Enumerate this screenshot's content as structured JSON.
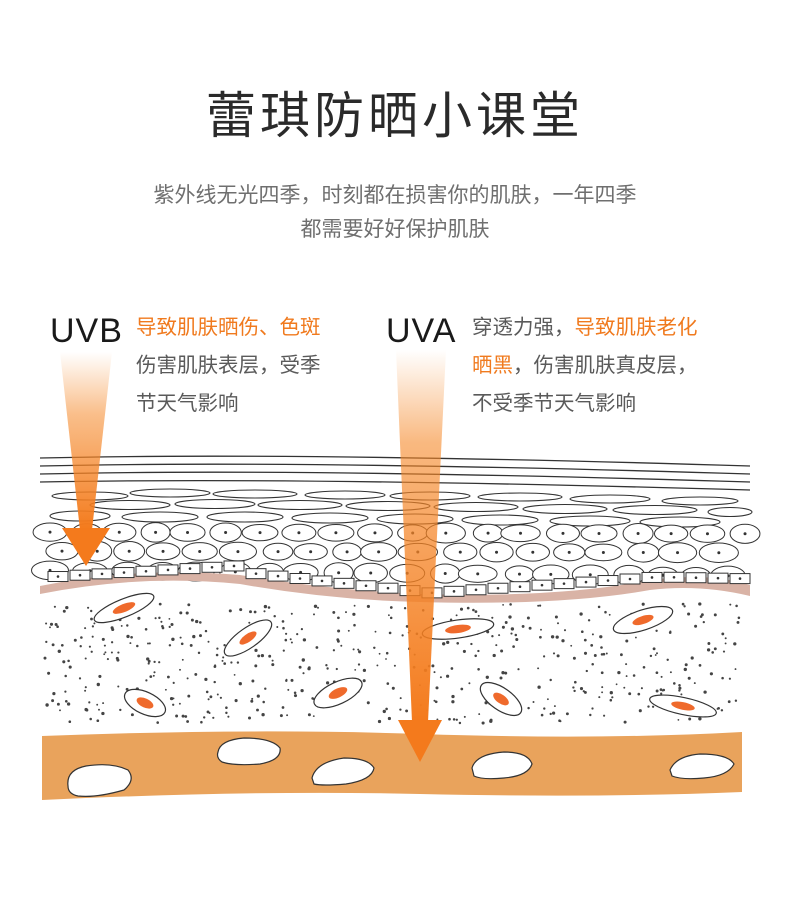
{
  "title": "蕾琪防晒小课堂",
  "subtitle": {
    "line1": "紫外线无光四季，时刻都在损害你的肌肤，一年四季",
    "line2": "都需要好好保护肌肤"
  },
  "uvb": {
    "label": "UVB",
    "line1_highlight": "导致肌肤晒伤、色斑",
    "line2": "伤害肌肤表层，受季",
    "line3": "节天气影响"
  },
  "uva": {
    "label": "UVA",
    "line1_prefix": "穿透力强，",
    "line1_highlight": "导致肌肤老化",
    "line2_highlight": "晒黑",
    "line2_rest": "，伤害肌肤真皮层，",
    "line3": "不受季节天气影响"
  },
  "colors": {
    "accent_orange": "#f07a1e",
    "fat_layer": "#e9a35c",
    "basal_line": "#d9b3a6",
    "nucleus": "#ef6a2c"
  }
}
